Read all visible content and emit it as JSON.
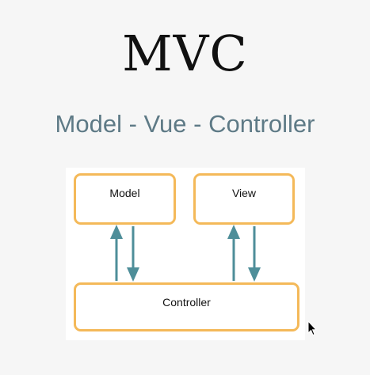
{
  "header": {
    "title": "MVC",
    "subtitle": "Model - Vue - Controller"
  },
  "diagram": {
    "nodes": {
      "model": "Model",
      "view": "View",
      "controller": "Controller"
    },
    "colors": {
      "box_border": "#f4b959",
      "arrow": "#4e8e99",
      "subtitle": "#5e7a86"
    },
    "arrows": [
      {
        "from": "controller",
        "to": "model"
      },
      {
        "from": "model",
        "to": "controller"
      },
      {
        "from": "controller",
        "to": "view"
      },
      {
        "from": "view",
        "to": "controller"
      }
    ]
  },
  "cursor": "arrow-pointer-icon"
}
